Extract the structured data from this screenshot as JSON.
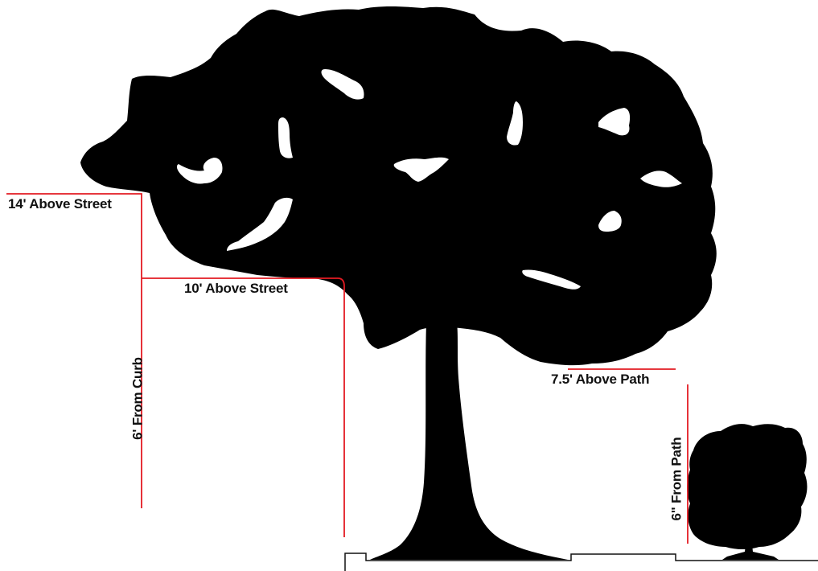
{
  "colors": {
    "silhouette": "#000000",
    "guide_line": "#e31b23",
    "ground_line": "#111111",
    "background": "#ffffff"
  },
  "labels": {
    "canopy_street_14": "14' Above Street",
    "canopy_street_10": "10' Above Street",
    "curb_offset": "6' From Curb",
    "canopy_path": "7.5' Above Path",
    "shrub_path_offset": "6\" From Path"
  },
  "objects": {
    "tree": "tree-silhouette",
    "shrub": "shrub-silhouette"
  }
}
